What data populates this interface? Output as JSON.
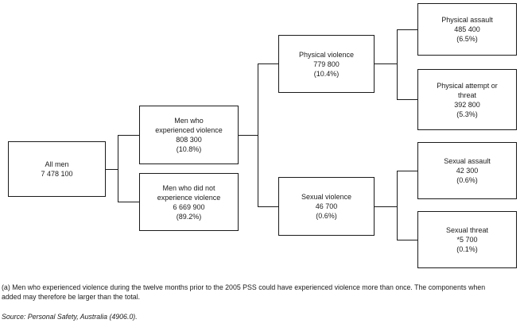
{
  "diagram": {
    "nodes": {
      "all_men": {
        "lines": [
          "All men",
          "7 478 100"
        ]
      },
      "experienced": {
        "lines": [
          "Men who",
          "experienced violence",
          "808 300",
          "(10.8%)"
        ]
      },
      "not_experienced": {
        "lines": [
          "Men who did not",
          "experience violence",
          "6 669 900",
          "(89.2%)"
        ]
      },
      "physical_violence": {
        "lines": [
          "Physical violence",
          "779 800",
          "(10.4%)"
        ]
      },
      "sexual_violence": {
        "lines": [
          "Sexual violence",
          "46 700",
          "(0.6%)"
        ]
      },
      "physical_assault": {
        "lines": [
          "Physical assault",
          "485 400",
          "(6.5%)"
        ]
      },
      "physical_attempt_or_threat": {
        "lines": [
          "Physical attempt or",
          "threat",
          "392 800",
          "(5.3%)"
        ]
      },
      "sexual_assault": {
        "lines": [
          "Sexual assault",
          "42 300",
          "(0.6%)"
        ]
      },
      "sexual_threat": {
        "lines": [
          "Sexual threat",
          "*5 700",
          "(0.1%)"
        ]
      }
    },
    "footnote": {
      "line1": "(a) Men who experienced violence during the twelve months prior to the 2005 PSS could have experienced violence more than once. The components when",
      "line2": "added may therefore be larger than the total."
    },
    "source": "Source: Personal Safety, Australia (4906.0).",
    "colors": {
      "line": "#1a1a1a",
      "text": "#1a1a1a",
      "background": "#ffffff"
    }
  }
}
